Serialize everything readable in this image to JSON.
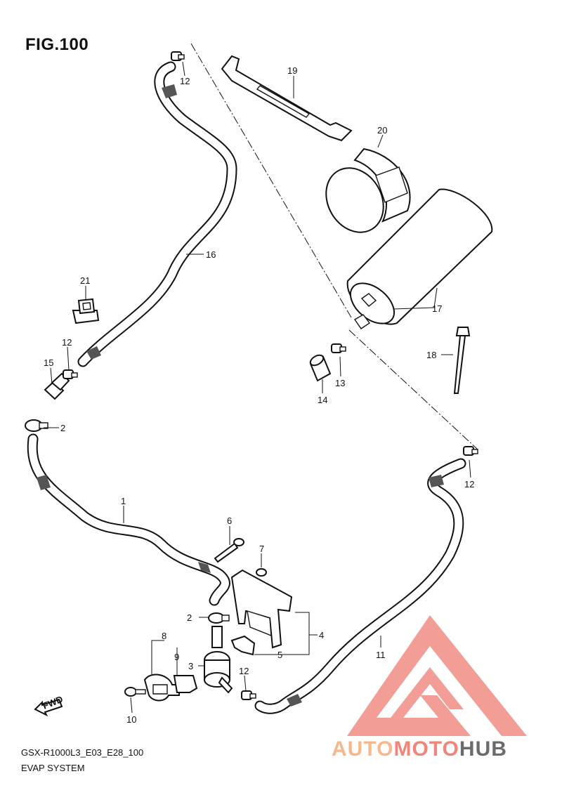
{
  "figure": {
    "title": "FIG.100",
    "model_code": "GSX-R1000L3_E03_E28_100",
    "section": "EVAP SYSTEM"
  },
  "callouts": [
    {
      "id": "c1",
      "label": "1"
    },
    {
      "id": "c2a",
      "label": "2"
    },
    {
      "id": "c2b",
      "label": "2"
    },
    {
      "id": "c3",
      "label": "3"
    },
    {
      "id": "c4",
      "label": "4"
    },
    {
      "id": "c5",
      "label": "5"
    },
    {
      "id": "c6",
      "label": "6"
    },
    {
      "id": "c7",
      "label": "7"
    },
    {
      "id": "c8",
      "label": "8"
    },
    {
      "id": "c9",
      "label": "9"
    },
    {
      "id": "c10",
      "label": "10"
    },
    {
      "id": "c11",
      "label": "11"
    },
    {
      "id": "c12a",
      "label": "12"
    },
    {
      "id": "c12b",
      "label": "12"
    },
    {
      "id": "c12c",
      "label": "12"
    },
    {
      "id": "c12d",
      "label": "12"
    },
    {
      "id": "c13",
      "label": "13"
    },
    {
      "id": "c14",
      "label": "14"
    },
    {
      "id": "c15",
      "label": "15"
    },
    {
      "id": "c16",
      "label": "16"
    },
    {
      "id": "c17",
      "label": "17"
    },
    {
      "id": "c18",
      "label": "18"
    },
    {
      "id": "c19",
      "label": "19"
    },
    {
      "id": "c20",
      "label": "20"
    },
    {
      "id": "c21",
      "label": "21"
    }
  ],
  "fwd_label": "FWD",
  "watermark": {
    "text_a": "AUTO",
    "text_b": "MOTO",
    "text_c": "HUB",
    "color_a": "#f5b88f",
    "color_b": "#f0857a",
    "color_c": "#6b6b6b",
    "logo_color": "#f08d85"
  }
}
